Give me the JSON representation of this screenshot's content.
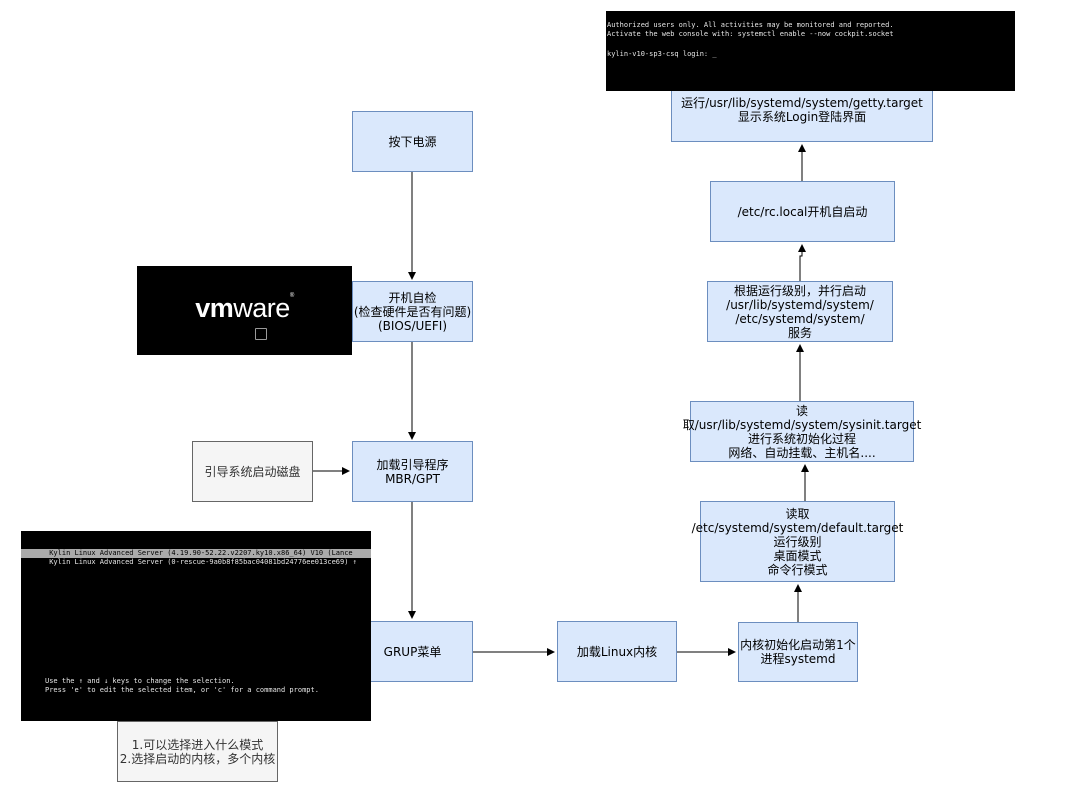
{
  "nodes": {
    "power_on": "按下电源",
    "post": "开机自检\n(检查硬件是否有问题)\n(BIOS/UEFI)",
    "boot_disk": "引导系统启动磁盘",
    "bootloader": "加载引导程序\nMBR/GPT",
    "grub_menu": "GRUP菜单",
    "grub_note": "1.可以选择进入什么模式\n2.选择启动的内核，多个内核",
    "load_kernel": "加载Linux内核",
    "init_systemd": "内核初始化启动第1个\n进程systemd",
    "default_target": "读取\n/etc/systemd/system/default.target\n运行级别\n桌面模式\n命令行模式",
    "sysinit": "读取/usr/lib/systemd/system/sysinit.target\n进行系统初始化过程\n网络、自动挂载、主机名....",
    "services": "根据运行级别，并行启动\n/usr/lib/systemd/system/\n/etc/systemd/system/\n服务",
    "rc_local": "/etc/rc.local开机自启动",
    "getty": "运行/usr/lib/systemd/system/getty.target\n显示系统Login登陆界面"
  },
  "vmware_logo": {
    "bold_part": "vm",
    "light_part": "ware",
    "mark": "®"
  },
  "login_screen": {
    "line1": "Authorized users only. All activities may be monitored and reported.",
    "line2": "Activate the web console with: systemctl enable --now cockpit.socket",
    "line3": "kylin-v10-sp3-csq login: _"
  },
  "grub_screen": {
    "entry1": " Kylin Linux Advanced Server (4.19.90-52.22.v2207.ky10.x86_64) V10 (Lance",
    "entry2": " Kylin Linux Advanced Server (0-rescue-9a0b8f85bac04081bd24776ee013ce69) ↑",
    "help1": "Use the ↑ and ↓ keys to change the selection.",
    "help2": "Press 'e' to edit the selected item, or 'c' for a command prompt."
  }
}
